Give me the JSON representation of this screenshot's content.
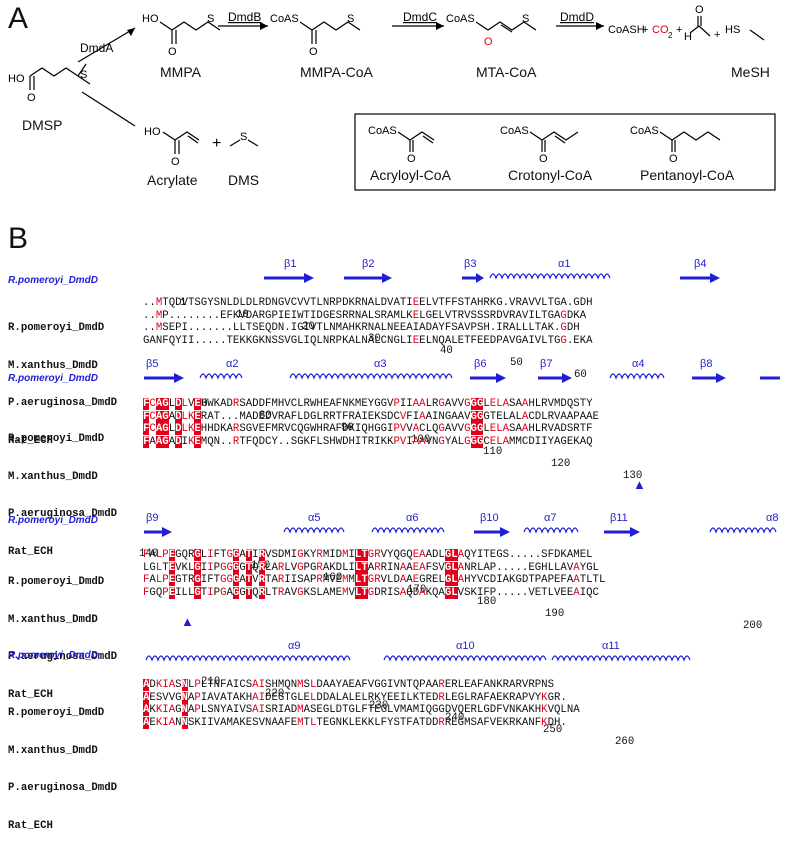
{
  "panelA": {
    "label": "A",
    "dmsp": "DMSP",
    "mmpa": "MMPA",
    "mmpacoa": "MMPA-CoA",
    "mtacoa": "MTA-CoA",
    "mesh": "MeSH",
    "acrylate": "Acrylate",
    "dms": "DMS",
    "plus": "+",
    "enzymes": {
      "dmdA": "DmdA",
      "dmdB": "DmdB",
      "dmdC": "DmdC",
      "dmdD": "DmdD"
    },
    "box_items": [
      "Acryloyl-CoA",
      "Crotonyl-CoA",
      "Pentanoyl-CoA"
    ],
    "atoms": {
      "coas": "CoAS",
      "coash": "CoASH",
      "s": "S",
      "splus": "S+",
      "ho": "HO",
      "o": "O",
      "hs": "HS",
      "h": "H",
      "co2": "CO",
      "two": "2",
      "plus": "+"
    }
  },
  "panelB": {
    "label": "B",
    "ref_label": "R.pomeroyi_DmdD",
    "seq_names": [
      "R.pomeroyi_DmdD",
      "M.xanthus_DmdD",
      "P.aeruginosa_DmdD",
      "Rat_ECH"
    ],
    "blocks": [
      {
        "ss": [
          "β1",
          "β2",
          "β3",
          "α1",
          "β4"
        ],
        "numbers": [
          "1",
          "10",
          "20",
          "30",
          "40",
          "50",
          "60"
        ],
        "seqs": [
          "..MTQDVTSGYSNLDLDLRDNGVCVVTLNRPDKRNALDVATIEELVTFFSTAHRKG.VRAVVLTGA.GDH",
          "..MP........EFKVDARGPIEIWTIDGESRRNALSRAMLKELGELVTRVSSSRDVRAVILTGAGDKA",
          "..MSEPI.......LLTSEQDN.IGIVTLNMAHKRNALNEEAIADAYFSAVPSH.IRALLLTAK.GDH",
          "GANFQYII.....TEKKGKNSSVGLIQLNRPKALNALCNGLIEELNQALETFEEDPAVGAIVLTGG.EKA"
        ]
      },
      {
        "ss": [
          "β5",
          "α2",
          "α3",
          "β6",
          "β7",
          "α4",
          "β8"
        ],
        "numbers": [
          "70",
          "80",
          "90",
          "100",
          "110",
          "120",
          "130"
        ],
        "seqs": [
          "FCAGLDLVEHWKADRSADDFMHVCLRWHEAFNKMEYGGVPIIAALRGAVVGGGLELASAAHLRVMDQSTY",
          "FCAGADLKERAT...MADEDVRAFLDGLRRTFRAIEKSDCVFIAAINGAAVGGGTELALACDLRVAAPAAE",
          "FCAGLDLKEHHDKARSGVEFMRVCQGWHRAFDKIQHGGIPVVACLQGAVVGGGLELASAAHLRVADSRTF",
          "FAAGADIKEMQN..RTFQDCY..SGKFLSHWDHITRIKKPVIAAVNGYALGGGCELAMMCDIIYAGEKAQ"
        ]
      },
      {
        "ss": [
          "β9",
          "α5",
          "α6",
          "β10",
          "α7",
          "β11",
          "α8"
        ],
        "numbers": [
          "140",
          "150",
          "160",
          "170",
          "180",
          "190",
          "200"
        ],
        "seqs": [
          "FALPEGQRGLIFTGGATIRVSDMIGKYRMIDMILTGRVYQGQEAADLGLAQYITEGS.....SFDKAMEL",
          "LGLTEVKLGIIPGGGGTQRLARLVGPGRAKDLILTARRINAAEAFSVGLANRLAP.....EGHLLAVAYGL",
          "FALPEGTRGIFTGGGATVRTARIISAPRMVEMMLTGRVLDAAEGRELGLAHYVCDIAKGDTPAPEFAATLTL",
          "FGQPEILLGTIPGAGGTQRLTRAVGKSLAMEMVLTGDRISAQDAKQAGLVSKIFP.....VETLVEEAIQC"
        ]
      },
      {
        "ss": [
          "α9",
          "α10",
          "α11"
        ],
        "numbers": [
          "210",
          "220",
          "230",
          "240",
          "250",
          "260"
        ],
        "seqs": [
          "ADKIASNLPLTNFAICSAISHMQNMSLDAAYAEAFVGGIVNTQPAARERLEAFANKRARVRPNS",
          "AESVVGNAPIAVATAKHAIDEGTGLELDDALALELRKYEEILKTEDRLEGLRAFAEKRAPVYKGR.",
          "AKKIAGNAPLSNYAIVSAISRIADMASEGLDTGLFTEGLVMAMIQGGDVQERLGDFVNKAKHKVQLNA",
          "AEKIANNSKIIVAMAKESVNAAFEMTLTEGNKLEKKLFYSTFATDDRREGMSAFVEKRKANFKDH."
        ]
      }
    ],
    "markers": [
      "▲",
      "▲"
    ]
  },
  "colors": {
    "blue": "#1f1fd6",
    "red": "#e0001a",
    "box_blue": "#2f2fd0"
  }
}
